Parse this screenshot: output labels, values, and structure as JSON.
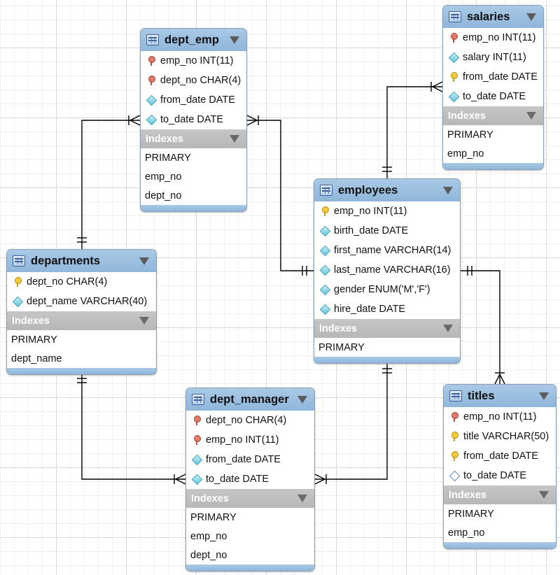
{
  "tables": {
    "dept_emp": {
      "title": "dept_emp",
      "columns": [
        {
          "icon": "fk-key-icon",
          "text": "emp_no INT(11)"
        },
        {
          "icon": "fk-key-icon",
          "text": "dept_no CHAR(4)"
        },
        {
          "icon": "column-diamond-icon",
          "text": "from_date DATE"
        },
        {
          "icon": "column-diamond-icon",
          "text": "to_date DATE"
        }
      ],
      "indexes_label": "Indexes",
      "indexes": [
        "PRIMARY",
        "emp_no",
        "dept_no"
      ]
    },
    "salaries": {
      "title": "salaries",
      "columns": [
        {
          "icon": "fk-key-icon",
          "text": "emp_no INT(11)"
        },
        {
          "icon": "column-diamond-icon",
          "text": "salary INT(11)"
        },
        {
          "icon": "pk-key-icon",
          "text": "from_date DATE"
        },
        {
          "icon": "column-diamond-icon",
          "text": "to_date DATE"
        }
      ],
      "indexes_label": "Indexes",
      "indexes": [
        "PRIMARY",
        "emp_no"
      ]
    },
    "employees": {
      "title": "employees",
      "columns": [
        {
          "icon": "pk-key-icon",
          "text": "emp_no INT(11)"
        },
        {
          "icon": "column-diamond-icon",
          "text": "birth_date DATE"
        },
        {
          "icon": "column-diamond-icon",
          "text": "first_name VARCHAR(14)"
        },
        {
          "icon": "column-diamond-icon",
          "text": "last_name VARCHAR(16)"
        },
        {
          "icon": "column-diamond-icon",
          "text": "gender ENUM('M','F')"
        },
        {
          "icon": "column-diamond-icon",
          "text": "hire_date DATE"
        }
      ],
      "indexes_label": "Indexes",
      "indexes": [
        "PRIMARY"
      ]
    },
    "departments": {
      "title": "departments",
      "columns": [
        {
          "icon": "pk-key-icon",
          "text": "dept_no CHAR(4)"
        },
        {
          "icon": "column-diamond-icon",
          "text": "dept_name VARCHAR(40)"
        }
      ],
      "indexes_label": "Indexes",
      "indexes": [
        "PRIMARY",
        "dept_name"
      ]
    },
    "dept_manager": {
      "title": "dept_manager",
      "columns": [
        {
          "icon": "fk-key-icon",
          "text": "dept_no CHAR(4)"
        },
        {
          "icon": "fk-key-icon",
          "text": "emp_no INT(11)"
        },
        {
          "icon": "column-diamond-icon",
          "text": "from_date DATE"
        },
        {
          "icon": "column-diamond-icon",
          "text": "to_date DATE"
        }
      ],
      "indexes_label": "Indexes",
      "indexes": [
        "PRIMARY",
        "emp_no",
        "dept_no"
      ]
    },
    "titles": {
      "title": "titles",
      "columns": [
        {
          "icon": "fk-key-icon",
          "text": "emp_no INT(11)"
        },
        {
          "icon": "pk-key-icon",
          "text": "title VARCHAR(50)"
        },
        {
          "icon": "pk-key-icon",
          "text": "from_date DATE"
        },
        {
          "icon": "column-diamond-empty-icon",
          "text": "to_date DATE"
        }
      ],
      "indexes_label": "Indexes",
      "indexes": [
        "PRIMARY",
        "emp_no"
      ]
    }
  },
  "colors": {
    "header_blue": "#9ec2e3",
    "indexes_gray": "#bdbdbd",
    "connector": "#000000"
  },
  "relationships": [
    {
      "from": "departments",
      "to": "dept_emp",
      "from_card": "one",
      "to_card": "many"
    },
    {
      "from": "employees",
      "to": "dept_emp",
      "from_card": "one",
      "to_card": "many"
    },
    {
      "from": "employees",
      "to": "salaries",
      "from_card": "one",
      "to_card": "many"
    },
    {
      "from": "employees",
      "to": "titles",
      "from_card": "one",
      "to_card": "many"
    },
    {
      "from": "departments",
      "to": "dept_manager",
      "from_card": "one",
      "to_card": "many"
    },
    {
      "from": "employees",
      "to": "dept_manager",
      "from_card": "one",
      "to_card": "many"
    }
  ]
}
